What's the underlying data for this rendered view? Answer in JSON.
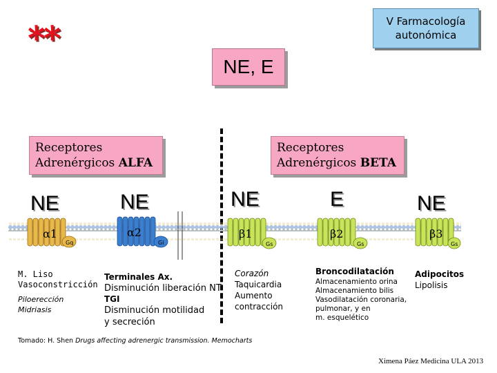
{
  "slide": {
    "corner_title_line1": "V Farmacología",
    "corner_title_line2": "autonómica",
    "stars": "**",
    "agonists": "NE, E",
    "alpha_box": {
      "line1": "Receptores",
      "line2_plain": "Adrenérgicos ",
      "line2_bold": "ALFA"
    },
    "beta_box": {
      "line1": "Receptores",
      "line2_plain": "Adrenérgicos ",
      "line2_bold": "BETA"
    },
    "ligands": [
      "NE",
      "NE",
      "NE",
      "E",
      "NE"
    ],
    "receptors": [
      {
        "symbol": "α1",
        "gprotein": "Gq",
        "color": "#e7b84a"
      },
      {
        "symbol": "α2",
        "gprotein": "Gi",
        "color": "#3a7fd0"
      },
      {
        "symbol": "β1",
        "gprotein": "Gs",
        "color": "#c9e35a"
      },
      {
        "symbol": "β2",
        "gprotein": "Gs",
        "color": "#c9e35a"
      },
      {
        "symbol": "β3",
        "gprotein": "Gs",
        "color": "#c9e35a"
      }
    ],
    "alpha1_effects": {
      "line1": "M. Liso",
      "line2": "Vasoconstricción",
      "line3": "Piloerección",
      "line4": "Midriasis"
    },
    "alpha2_effects": {
      "line1": "Terminales Ax.",
      "line2": "Disminución liberación NT",
      "line3": "TGI",
      "line4": "Disminución motilidad",
      "line5": "y secreción"
    },
    "beta1_effects": {
      "line1": "Corazón",
      "line2": "Taquicardia",
      "line3": "Aumento",
      "line4": "contracción"
    },
    "beta2_effects": {
      "line1": "Broncodilatación",
      "line2": "Almacenamiento orina",
      "line3": "Almacenamiento bilis",
      "line4": "Vasodilatación coronaria,",
      "line5": "pulmonar,  y en",
      "line6": "m. esquelético"
    },
    "beta3_effects": {
      "line1": "Adipocitos",
      "line2": "Lipolisis"
    },
    "source_prefix": "Tomado: H. Shen ",
    "source_italic": "Drugs affecting adrenergic transmission. Memocharts",
    "author": "Ximena Páez Medicina ULA 2013"
  }
}
